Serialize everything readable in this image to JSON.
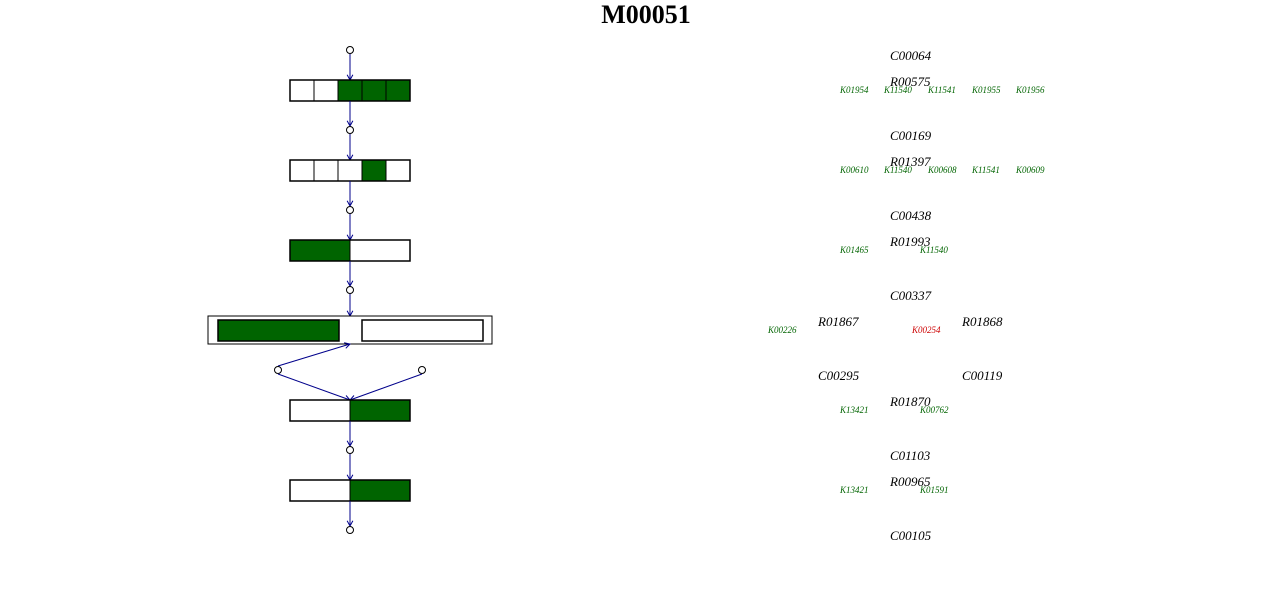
{
  "title": "M00051",
  "colors": {
    "present": "#006400",
    "missing": "#cc0000",
    "edge": "#00008b"
  },
  "compounds": [
    {
      "id": "C00064",
      "name": "C00064"
    },
    {
      "id": "C00169",
      "name": "C00169"
    },
    {
      "id": "C00438",
      "name": "C00438"
    },
    {
      "id": "C00337",
      "name": "C00337"
    },
    {
      "id": "C00295",
      "name": "C00295"
    },
    {
      "id": "C00119",
      "name": "C00119"
    },
    {
      "id": "C01103",
      "name": "C01103"
    },
    {
      "id": "C00105",
      "name": "C00105"
    }
  ],
  "reactions": [
    {
      "id": "R00575",
      "kos": [
        {
          "name": "K01954",
          "status": "present"
        },
        {
          "name": "K11540",
          "status": "present"
        },
        {
          "name": "K11541",
          "status": "present"
        },
        {
          "name": "K01955",
          "status": "present"
        },
        {
          "name": "K01956",
          "status": "present"
        }
      ]
    },
    {
      "id": "R01397",
      "kos": [
        {
          "name": "K00610",
          "status": "present"
        },
        {
          "name": "K11540",
          "status": "present"
        },
        {
          "name": "K00608",
          "status": "present"
        },
        {
          "name": "K11541",
          "status": "present"
        },
        {
          "name": "K00609",
          "status": "present"
        }
      ]
    },
    {
      "id": "R01993",
      "kos": [
        {
          "name": "K01465",
          "status": "present"
        },
        {
          "name": "K11540",
          "status": "present"
        }
      ]
    },
    {
      "id": "R01867",
      "kos": [
        {
          "name": "K00226",
          "status": "present"
        }
      ]
    },
    {
      "id": "R01868",
      "kos": [
        {
          "name": "K00254",
          "status": "missing"
        }
      ]
    },
    {
      "id": "R01870",
      "kos": [
        {
          "name": "K13421",
          "status": "present"
        },
        {
          "name": "K00762",
          "status": "present"
        }
      ]
    },
    {
      "id": "R00965",
      "kos": [
        {
          "name": "K13421",
          "status": "present"
        },
        {
          "name": "K01591",
          "status": "present"
        }
      ]
    }
  ],
  "module_steps": [
    {
      "cells": [
        "empty",
        "empty",
        "filled",
        "filled",
        "filled"
      ]
    },
    {
      "cells": [
        "empty",
        "empty",
        "empty",
        "filled",
        "empty"
      ]
    },
    {
      "cells": [
        "filled",
        "empty"
      ]
    },
    {
      "alternatives": [
        {
          "cells": [
            "filled"
          ]
        },
        {
          "cells": [
            "empty"
          ]
        }
      ]
    },
    {
      "cells": [
        "empty",
        "filled"
      ]
    },
    {
      "cells": [
        "empty",
        "filled"
      ]
    }
  ]
}
